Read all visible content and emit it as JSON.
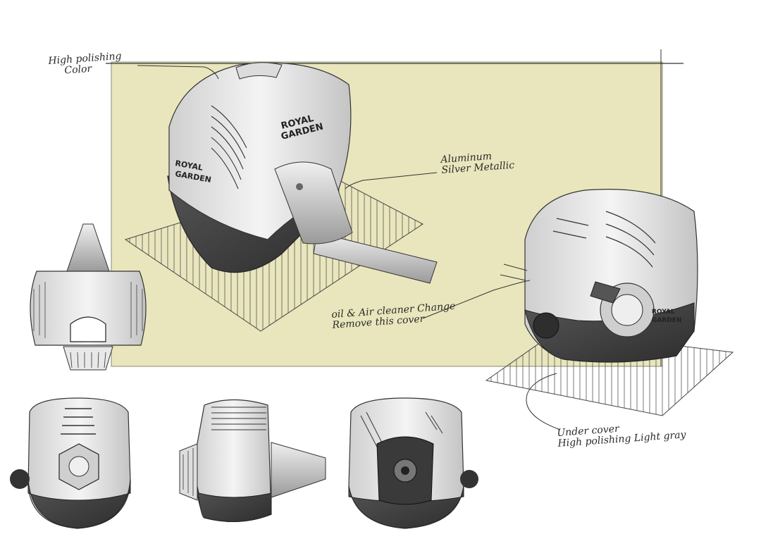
{
  "annotations": {
    "high_polishing": {
      "line1": "High polishing",
      "line2": "Color"
    },
    "aluminum": {
      "line1": "Aluminum",
      "line2": "Silver Metallic"
    },
    "oil_cover": {
      "line1": "oil & Air cleaner Change",
      "line2": "Remove this cover"
    },
    "under_cover": {
      "line1": "Under cover",
      "line2": "High polishing Light gray"
    }
  },
  "brand": {
    "logo_line1": "ROYAL",
    "logo_line2": "GARDEN"
  },
  "colors": {
    "backdrop": "#e9e6bd",
    "dark_shell": "#3e3e3e",
    "light_shell": "#e2e2e2",
    "ink": "#2a2a2a"
  }
}
